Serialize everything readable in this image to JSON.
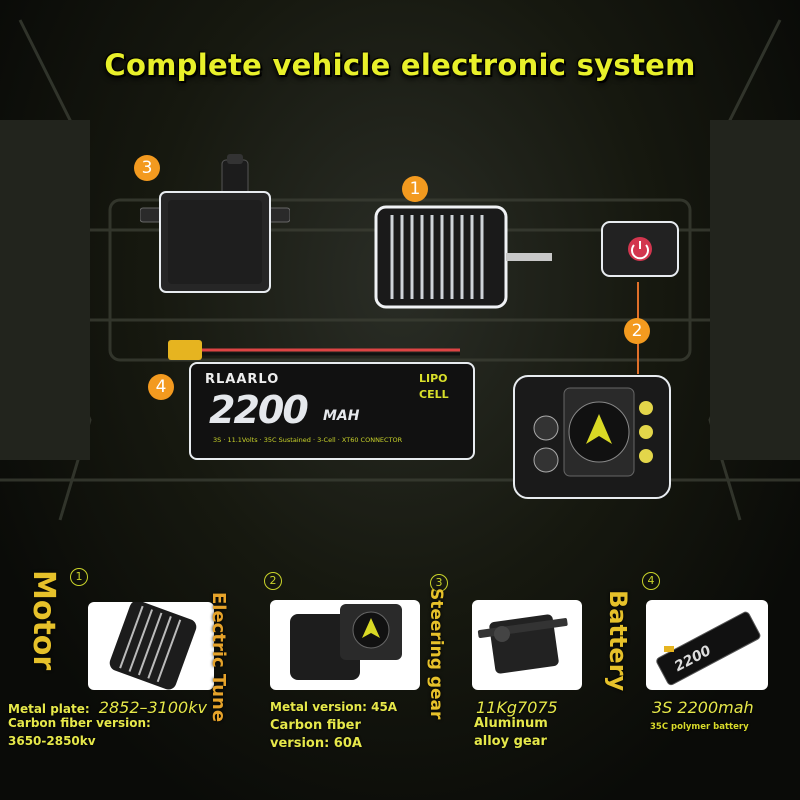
{
  "title": "Complete vehicle electronic system",
  "callouts": [
    "1",
    "2",
    "3",
    "4"
  ],
  "battery_label": {
    "brand": "RLAARLO",
    "capacity": "2200",
    "unit": "MAH",
    "lipo": "LIPO",
    "cell": "CELL",
    "spec_line": "3S · 11.1Volts · 35C Sustained · 3-Cell · XT60 CONNECTOR"
  },
  "components": [
    {
      "num": "1",
      "label": "Motor",
      "spec_prefix": "Metal plate:",
      "spec_value": "2852–3100kv",
      "spec_lines": [
        "Carbon fiber version:",
        "3650-2850kv"
      ]
    },
    {
      "num": "2",
      "label": "Electric Tune",
      "spec_lines": [
        "Metal version: 45A",
        "Carbon fiber",
        "version: 60A"
      ]
    },
    {
      "num": "3",
      "label": "Steering gear",
      "spec_value": "11Kg7075",
      "spec_lines": [
        "Aluminum",
        "alloy gear"
      ]
    },
    {
      "num": "4",
      "label": "Battery",
      "spec_value": "3S 2200mah",
      "spec_small": "35C polymer battery"
    }
  ]
}
